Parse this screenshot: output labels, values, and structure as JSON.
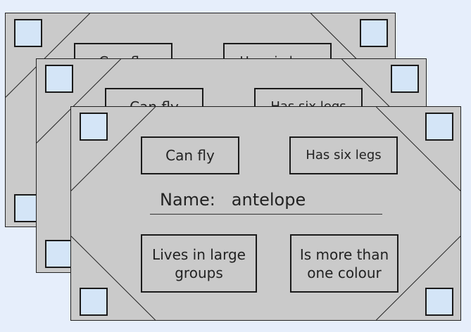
{
  "cards": {
    "back": {
      "traits": [
        "Can fly",
        "Has six legs"
      ]
    },
    "middle": {
      "traits": [
        "Can fly",
        "Has six legs"
      ]
    },
    "front": {
      "name_label": "Name:",
      "animal": "antelope",
      "traits": {
        "top_left": "Can fly",
        "top_right": "Has six legs",
        "bottom_left_line1": "Lives in large",
        "bottom_left_line2": "groups",
        "bottom_right_line1": "Is more than",
        "bottom_right_line2": "one colour"
      }
    }
  },
  "colors": {
    "background": "#e6eefb",
    "card": "#cacaca",
    "corner_square": "#d4e5f7",
    "border": "#1a1a1a"
  }
}
